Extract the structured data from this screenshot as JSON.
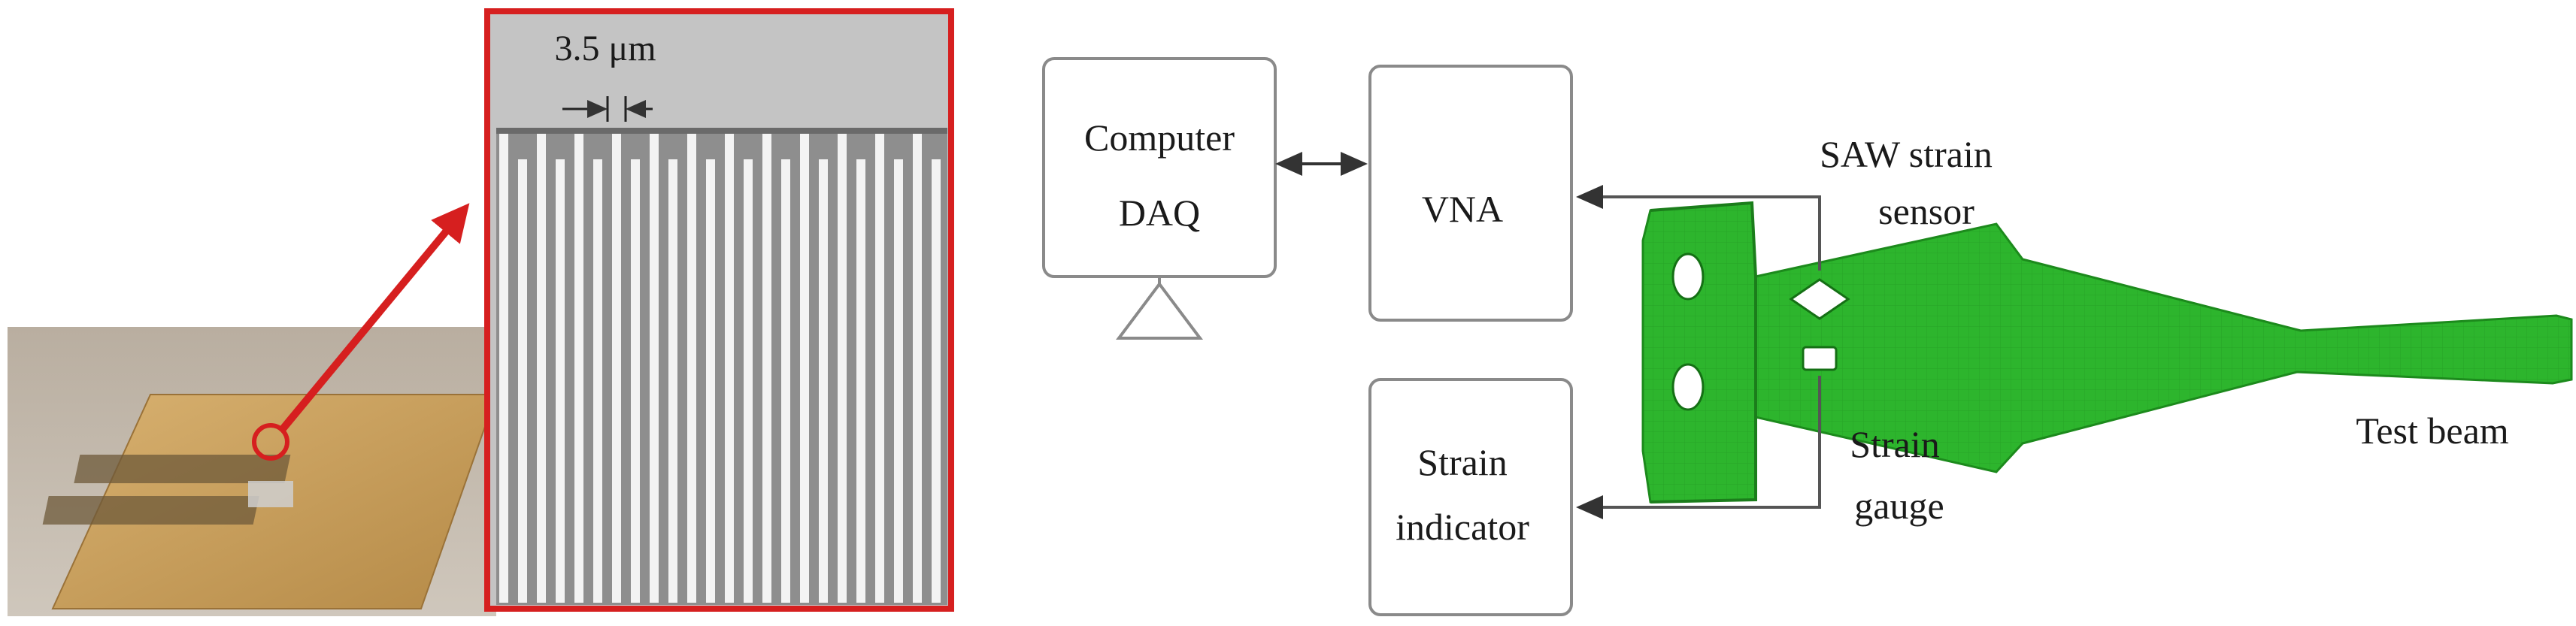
{
  "zoom_inset": {
    "dimension_label": "3.5 μm"
  },
  "blocks": {
    "computer_daq": {
      "line1": "Computer",
      "line2": "DAQ"
    },
    "vna": {
      "label": "VNA"
    },
    "strain_indicator": {
      "line1": "Strain",
      "line2": "indicator"
    }
  },
  "labels": {
    "saw_sensor_line1": "SAW strain",
    "saw_sensor_line2": "sensor",
    "strain_gauge_line1": "Strain",
    "strain_gauge_line2": "gauge",
    "test_beam": "Test beam"
  },
  "colors": {
    "highlight_red": "#d61f1f",
    "beam_green": "#2db52d",
    "box_stroke": "#8a8a8a",
    "text": "#1a1a1a",
    "chip": "#c9a15c"
  }
}
